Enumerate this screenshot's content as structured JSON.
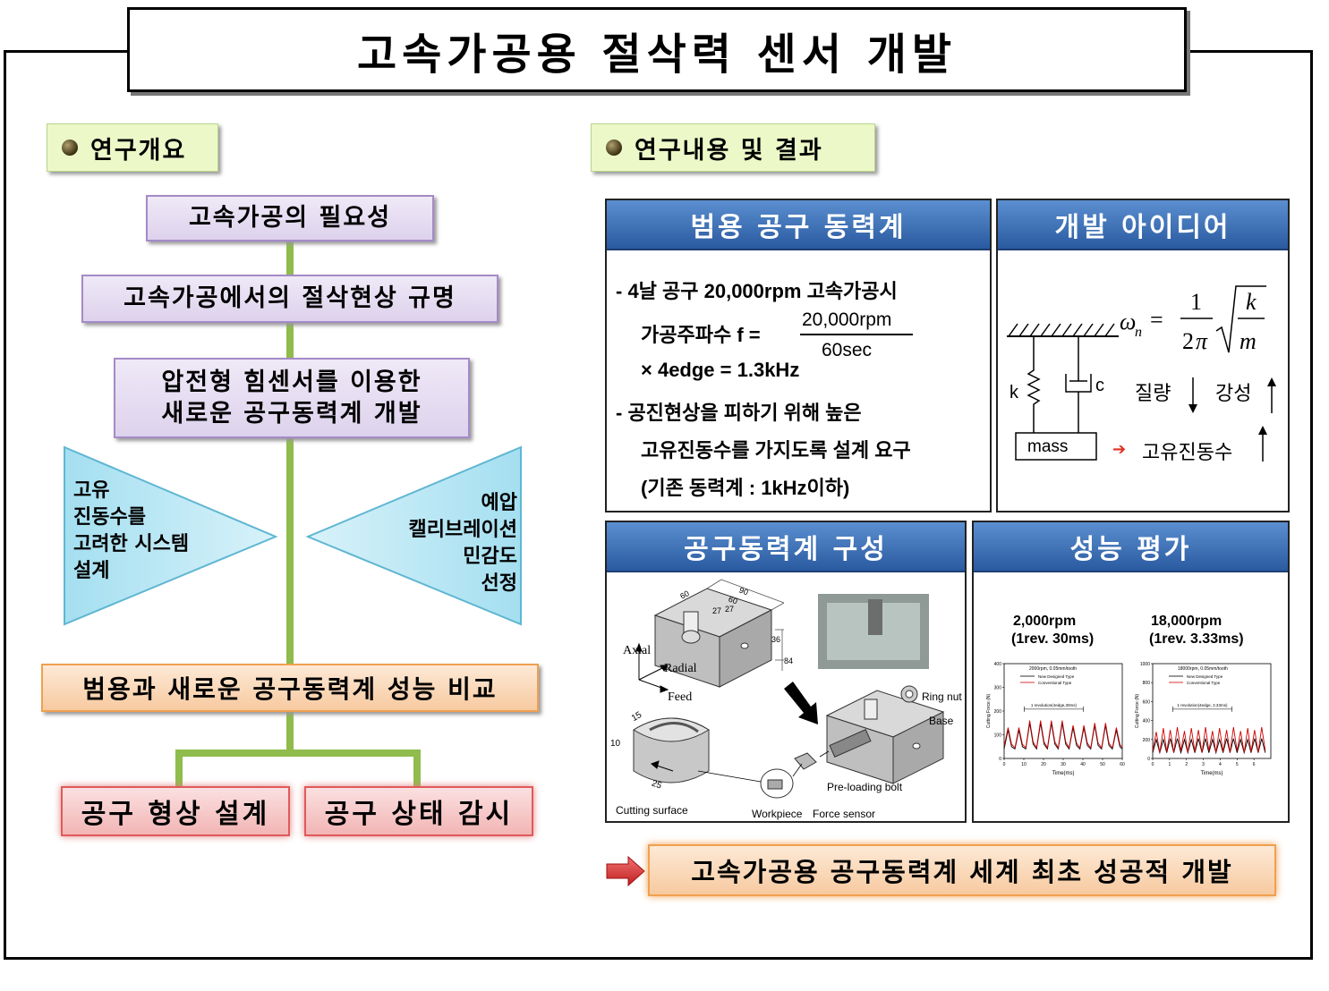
{
  "title": "고속가공용 절삭력 센서 개발",
  "left": {
    "tag": "연구개요",
    "box1": "고속가공의 필요성",
    "box2": "고속가공에서의 절삭현상 규명",
    "box3_line1": "압전형 힘센서를 이용한",
    "box3_line2": "새로운 공구동력계 개발",
    "tri_left": [
      "고유",
      "진동수를",
      "고려한 시스템",
      "설계"
    ],
    "tri_right": [
      "예압",
      "캘리브레이션",
      "민감도",
      "선정"
    ],
    "compare": "범용과 새로운 공구동력계 성능 비교",
    "out1": "공구 형상 설계",
    "out2": "공구 상태 감시"
  },
  "right": {
    "tag": "연구내용 및 결과",
    "p1": {
      "title": "범용 공구 동력계",
      "l1": "- 4날 공구  20,000rpm 고속가공시",
      "l2a": "가공주파수 f  =",
      "num": "20,000rpm",
      "den": "60sec",
      "l3": "× 4edge  = 1.3kHz",
      "l4": "- 공진현상을 피하기 위해 높은",
      "l5": "고유진동수를 가지도록 설계 요구",
      "l6": "(기존 동력계 : 1kHz이하)"
    },
    "p2": {
      "title": "개발 아이디어",
      "k": "k",
      "c": "c",
      "mass": "mass",
      "mass_label": "질량",
      "stiff_label": "강성",
      "result": "고유진동수"
    },
    "p3": {
      "title": "공구동력계 구성",
      "axial": "Axial",
      "radial": "Radial",
      "feed": "Feed",
      "d60a": "60",
      "d90": "90",
      "d60b": "60",
      "d27a": "27",
      "d27b": "27",
      "d36": "36",
      "d84": "84",
      "d15": "15",
      "d10": "10",
      "d25": "25",
      "ring_nut": "Ring nut",
      "base": "Base",
      "preload": "Pre-loading bolt",
      "cutting_surface": "Cutting surface",
      "workpiece": "Workpiece",
      "force_sensor": "Force sensor"
    },
    "p4": {
      "title": "성능 평가",
      "c1_title": "2,000rpm",
      "c1_sub": "(1rev. 30ms)",
      "c2_title": "18,000rpm",
      "c2_sub": "(1rev. 3.33ms)"
    },
    "conclusion": "고속가공용 공구동력계 세계 최초 성공적 개발"
  },
  "chart_data": [
    {
      "type": "line",
      "title": "2000rpm, 0.05mm/tooth",
      "xlabel": "Time(ms)",
      "ylabel": "Cutting Force (N)",
      "xlim": [
        0,
        60
      ],
      "ylim": [
        0,
        400
      ],
      "xticks": [
        "0",
        "10",
        "20",
        "30",
        "40",
        "50",
        "60"
      ],
      "yticks": [
        "0",
        "100",
        "200",
        "300",
        "400"
      ],
      "annotation": "1 revolution(4edge,30ms)",
      "series": [
        {
          "name": "New Designed Type",
          "color": "#000000",
          "x": [
            0,
            2,
            3.75,
            5.5,
            7.5,
            9.25,
            11,
            13,
            14.75,
            16.5,
            18.5,
            20.25,
            22,
            24,
            25.75,
            27.5,
            29.5,
            31.25,
            33,
            35,
            36.75,
            38.5,
            40.5,
            42.25,
            44,
            46,
            47.75,
            49.5,
            51.5,
            53.25,
            55,
            57,
            58.75,
            60
          ],
          "y": [
            40,
            120,
            50,
            40,
            120,
            50,
            40,
            150,
            60,
            40,
            150,
            60,
            40,
            150,
            60,
            40,
            150,
            60,
            40,
            130,
            55,
            40,
            130,
            55,
            40,
            140,
            55,
            40,
            140,
            55,
            40,
            120,
            50,
            40
          ]
        },
        {
          "name": "Conventional Type",
          "color": "#d00000",
          "x": [
            0,
            2,
            3.75,
            5.5,
            7.5,
            9.25,
            11,
            13,
            14.75,
            16.5,
            18.5,
            20.25,
            22,
            24,
            25.75,
            27.5,
            29.5,
            31.25,
            33,
            35,
            36.75,
            38.5,
            40.5,
            42.25,
            44,
            46,
            47.75,
            49.5,
            51.5,
            53.25,
            55,
            57,
            58.75,
            60
          ],
          "y": [
            50,
            130,
            60,
            45,
            130,
            60,
            45,
            160,
            70,
            45,
            160,
            70,
            45,
            160,
            70,
            45,
            160,
            70,
            45,
            140,
            65,
            45,
            140,
            65,
            45,
            150,
            65,
            45,
            150,
            65,
            45,
            130,
            60,
            45
          ]
        }
      ]
    },
    {
      "type": "line",
      "title": "18000rpm, 0.05mm/tooth",
      "xlabel": "Time(ms)",
      "ylabel": "Cutting Force (N)",
      "xlim": [
        0,
        7
      ],
      "ylim": [
        0,
        1000
      ],
      "xticks": [
        "0",
        "1",
        "2",
        "3",
        "4",
        "5",
        "6"
      ],
      "yticks": [
        "0",
        "200",
        "400",
        "600",
        "800",
        "1000"
      ],
      "annotation": "1 revolution(4edge, 3.33ms)",
      "series": [
        {
          "name": "New Designed Type",
          "color": "#000000",
          "x": [
            0,
            0.21,
            0.42,
            0.63,
            0.83,
            1.04,
            1.25,
            1.46,
            1.67,
            1.88,
            2.08,
            2.29,
            2.5,
            2.71,
            2.92,
            3.13,
            3.33,
            3.54,
            3.75,
            3.96,
            4.17,
            4.38,
            4.58,
            4.79,
            5,
            5.21,
            5.42,
            5.63,
            5.83,
            6.04,
            6.25,
            6.46,
            6.67
          ],
          "y": [
            60,
            200,
            60,
            200,
            60,
            210,
            60,
            210,
            60,
            200,
            60,
            200,
            60,
            210,
            60,
            210,
            60,
            200,
            60,
            200,
            60,
            210,
            60,
            210,
            60,
            200,
            60,
            200,
            60,
            210,
            60,
            210,
            60
          ]
        },
        {
          "name": "Conventional Type",
          "color": "#d00000",
          "x": [
            0,
            0.21,
            0.42,
            0.63,
            0.83,
            1.04,
            1.25,
            1.46,
            1.67,
            1.88,
            2.08,
            2.29,
            2.5,
            2.71,
            2.92,
            3.13,
            3.33,
            3.54,
            3.75,
            3.96,
            4.17,
            4.38,
            4.58,
            4.79,
            5,
            5.21,
            5.42,
            5.63,
            5.83,
            6.04,
            6.25,
            6.46,
            6.67
          ],
          "y": [
            80,
            280,
            60,
            320,
            70,
            300,
            60,
            330,
            80,
            290,
            60,
            320,
            70,
            300,
            60,
            330,
            80,
            290,
            60,
            320,
            70,
            300,
            60,
            330,
            80,
            290,
            60,
            320,
            70,
            300,
            60,
            330,
            80
          ]
        }
      ]
    }
  ]
}
